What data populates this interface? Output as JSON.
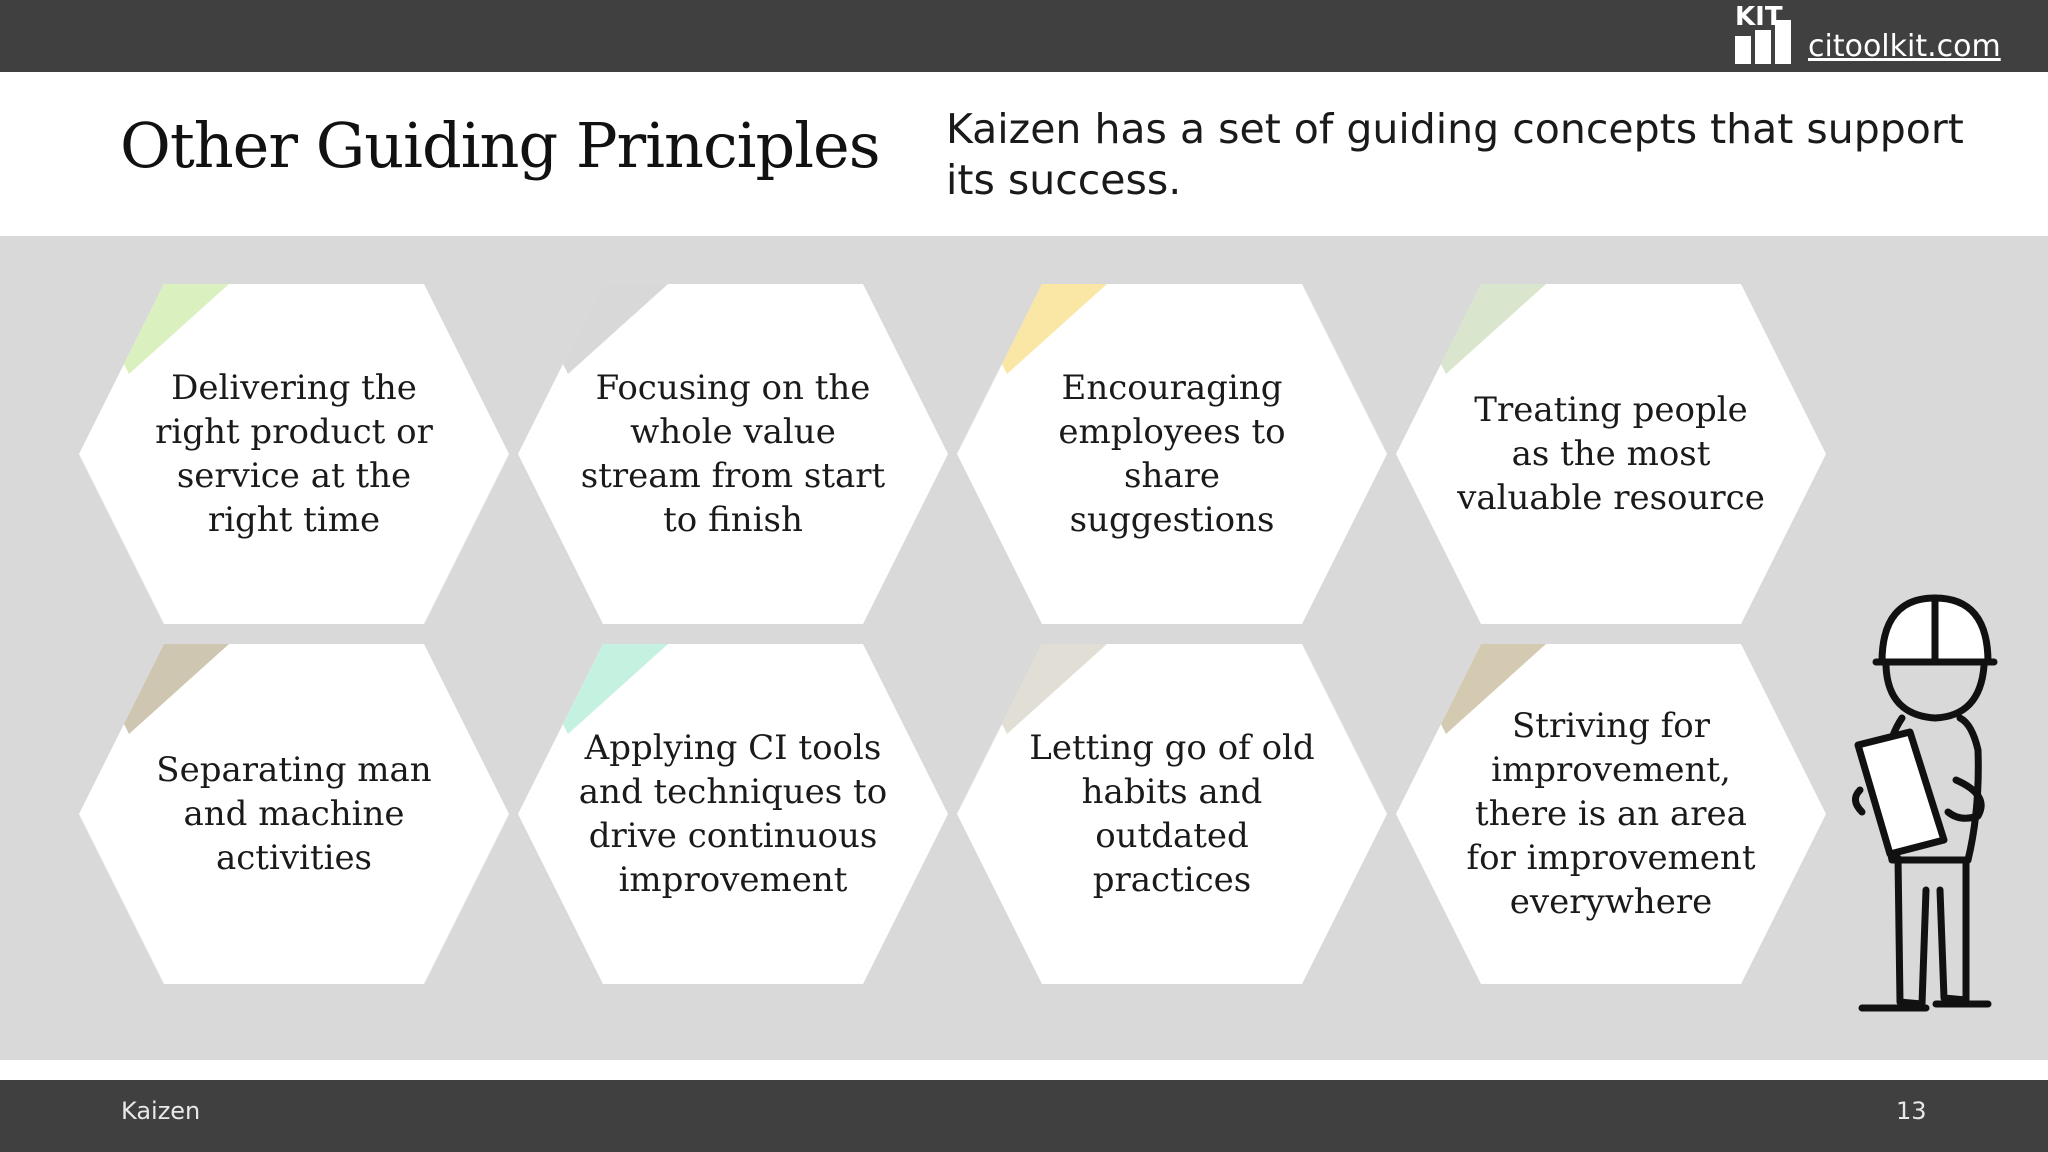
{
  "header": {
    "logo_text": "KIT",
    "site_link": "citoolkit.com"
  },
  "slide": {
    "title": "Other Guiding Principles",
    "subtitle": "Kaizen has a set of guiding concepts that support its success."
  },
  "principles": [
    {
      "text": "Delivering the right product or service at the right time",
      "accent": "#d6f0b8"
    },
    {
      "text": "Focusing on the whole value stream from start to finish",
      "accent": "#d4d4d4"
    },
    {
      "text": "Encouraging employees to share suggestions",
      "accent": "#fbe49b"
    },
    {
      "text": "Treating people as the most valuable resource",
      "accent": "#d5e2c7"
    },
    {
      "text": "Separating man and machine activities",
      "accent": "#c9c0a7"
    },
    {
      "text": "Applying CI tools and techniques to drive continuous improvement",
      "accent": "#bff0de"
    },
    {
      "text": "Letting go of old habits and outdated practices",
      "accent": "#dedbd0"
    },
    {
      "text": "Striving for improvement, there is an area for improvement everywhere",
      "accent": "#cfc4a9"
    }
  ],
  "footer": {
    "left": "Kaizen",
    "page_number": "13"
  }
}
